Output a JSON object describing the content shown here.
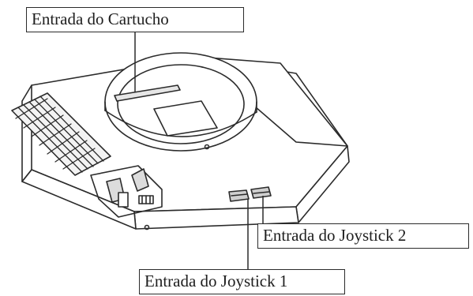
{
  "diagram": {
    "labels": {
      "cartridge_slot": "Entrada do Cartucho",
      "joystick_2": "Entrada do Joystick 2",
      "joystick_1": "Entrada do Joystick 1"
    },
    "colors": {
      "line": "#2b2b2b",
      "background": "#ffffff"
    },
    "icons": [
      "console-illustration",
      "vent-grille-icon",
      "power-switch-icon",
      "reset-button-icon",
      "joystick-port-icon"
    ]
  }
}
